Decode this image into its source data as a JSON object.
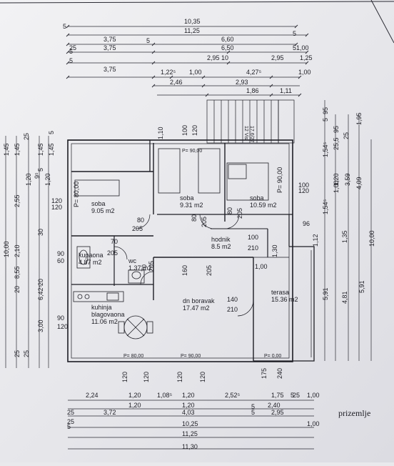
{
  "title": "prizemlje",
  "rooms": [
    {
      "name": "soba",
      "area": "9.05 m2"
    },
    {
      "name": "soba",
      "area": "9.31 m2"
    },
    {
      "name": "soba",
      "area": "10.59 m2"
    },
    {
      "name": "hodnik",
      "area": "8.5 m2"
    },
    {
      "name": "kupaona",
      "area": "4.87 m2"
    },
    {
      "name": "wc",
      "area": "1.37 m2"
    },
    {
      "name": "dn boravak",
      "area": "17.47 m2"
    },
    {
      "name": "terasa",
      "area": "15.36 m2"
    },
    {
      "name": "kuhinja",
      "name2": "blagovaona",
      "area": "11.06 m2"
    }
  ],
  "stair_note": [
    "12 Visi",
    "17.6/27"
  ],
  "top_dims": [
    "10,35",
    "11,25",
    "6,60",
    "3,75",
    "6,50",
    "1,00",
    "3,75",
    "2,95",
    "10",
    "2,95",
    "1,25",
    "3,75",
    "1,22⁵",
    "1,00",
    "4,27⁵",
    "1,00",
    "2,46",
    "2,93",
    "1,86",
    "1,11",
    "5",
    "5",
    "5",
    "25",
    "5",
    "5",
    "5"
  ],
  "bottom_dims": [
    "2,24",
    "1,20",
    "1,08⁵",
    "1,20",
    "2,52⁵",
    "1,75",
    "25",
    "1,00",
    "1,20",
    "1,20",
    "2,40",
    "25",
    "3,72",
    "4,03",
    "2,95",
    "25",
    "10,25",
    "1,00",
    "11,25",
    "11,30",
    "5",
    "5",
    "5",
    "5"
  ],
  "left_dims": [
    "10,00",
    "8,55",
    "6,42⁵",
    "1,45",
    "1,45",
    "25",
    "9⁵",
    "1,20",
    "2,55",
    "2,10",
    "3,00",
    "1,45",
    "1,45",
    "1,20",
    "30",
    "20",
    "20",
    "25",
    "25",
    "5",
    "5"
  ],
  "right_dims": [
    "10,00",
    "5,91",
    "5,91",
    "4,81",
    "4,09",
    "3,59",
    "1,54⁵",
    "1,20",
    "1,54⁵",
    "1,00",
    "1,35",
    "1,12",
    "1,95",
    "95",
    "95",
    "25,5",
    "25",
    "5"
  ],
  "opening_labels": [
    "1,10",
    "100",
    "120",
    "P= 90,00",
    "100",
    "120",
    "P= 90,00",
    "120",
    "120",
    "P= 80,00",
    "80",
    "205",
    "80",
    "205",
    "80",
    "205",
    "100",
    "210",
    "96",
    "1,30",
    "70",
    "205",
    "70",
    "205",
    "90",
    "60",
    "1,00",
    "160",
    "205",
    "140",
    "210",
    "90",
    "120",
    "P= 80,00",
    "P= 90,00",
    "P= 0,00",
    "120",
    "120",
    "120",
    "120",
    "175",
    "240"
  ]
}
